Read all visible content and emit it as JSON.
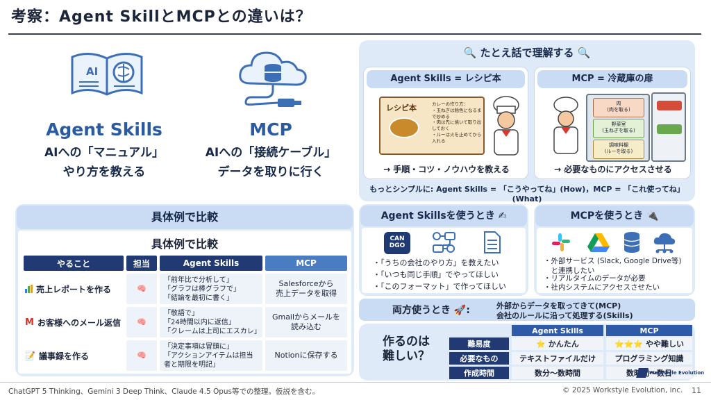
{
  "title": "考察：Agent SkillとMCPとの違いは？",
  "left_top": {
    "skills": {
      "name": "Agent Skills",
      "line1": "AIへの「マニュアル」",
      "line2": "やり方を教える"
    },
    "mcp": {
      "name": "MCP",
      "line1": "AIへの「接続ケーブル」",
      "line2": "データを取りに行く"
    }
  },
  "analogy": {
    "header": "たとえ話で理解する",
    "skills_card": {
      "title": "Agent Skills = レシピ本",
      "book_label": "レシピ本",
      "book_text": "カレーの作り方：\n・玉ねぎは飴色になるまで炒める\n・肉は先に焼いて取り出しておく\n・ルーは火を止めてから入れる",
      "caption": "→ 手順・コツ・ノウハウを教える"
    },
    "mcp_card": {
      "title": "MCP = 冷蔵庫の扉",
      "fridge_1": "肉\n(肉を取る)",
      "fridge_2": "野菜室\n(玉ねぎを取る)",
      "fridge_3": "調味料棚\n(ルーを取る)",
      "caption": "→ 必要なものにアクセスさせる"
    },
    "summary": "もっとシンプルに: Agent Skills = 「こうやってね」(How)，MCP = 「これ使ってね」(What)"
  },
  "compare": {
    "header": "具体例で比較",
    "subtitle": "具体例で比較",
    "columns": [
      "やること",
      "担当",
      "Agent Skills",
      "MCP"
    ],
    "rows": [
      {
        "task": "売上レポートを作る",
        "icon": "bar-chart-icon",
        "skills": "「前年比で分析して」\n「グラフは棒グラフで」\n「結論を最初に書く」",
        "mcp": "Salesforceから\n売上データを取得"
      },
      {
        "task": "お客様へのメール返信",
        "icon": "gmail-icon",
        "skills": "「敬語で」\n「24時間以内に返信」\n「クレームは上司にエスカレ」",
        "mcp": "Gmailからメールを\n読み込む"
      },
      {
        "task": "議事録を作る",
        "icon": "memo-icon",
        "skills": "「決定事項は冒頭に」\n「アクションアイテムは担当\n者と期限を明記」",
        "mcp": "Notionに保存する"
      }
    ]
  },
  "skills_use": {
    "header": "Agent Skillsを使うとき",
    "cando": "CAN\nDGO",
    "bullets": [
      "・「うちの会社のやり方」を教えたい",
      "・「いつも同じ手順」でやってほしい",
      "・「このフォーマット」で作ってほしい"
    ]
  },
  "mcp_use": {
    "header": "MCPを使うとき",
    "bullets": [
      "・外部サービス (Slack, Google Drive等)\n　と連携したい",
      "・リアルタイムのデータが必要",
      "・社内システムにアクセスさせたい"
    ]
  },
  "both": {
    "label": "両方使うとき",
    "line1": "外部からデータを取ってきて(MCP)",
    "line2": "会社のルールに沿って処理する(Skills)"
  },
  "difficulty": {
    "question": "作るのは\n難しい？",
    "col_skills": "Agent Skills",
    "col_mcp": "MCP",
    "rows": [
      {
        "label": "難易度",
        "skills": "⭐ かんたん",
        "mcp": "⭐⭐⭐ やや難しい"
      },
      {
        "label": "必要なもの",
        "skills": "テキストファイルだけ",
        "mcp": "プログラミング知識"
      },
      {
        "label": "作成時間",
        "skills": "数分〜数時間",
        "mcp": "数時間〜数日"
      }
    ]
  },
  "footer": {
    "note": "ChatGPT 5 Thinking、Gemini 3 Deep Think、Claude 4.5 Opus等での整理。仮説を含む。",
    "copyright": "© 2025 Workstyle Evolution, inc.",
    "page": "11",
    "logo_text": "Workstyle Evolution"
  }
}
